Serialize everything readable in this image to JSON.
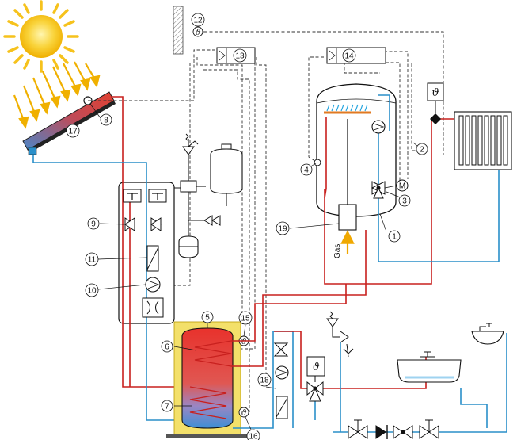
{
  "callouts": [
    "1",
    "2",
    "3",
    "4",
    "5",
    "6",
    "7",
    "8",
    "9",
    "10",
    "11",
    "12",
    "13",
    "14",
    "15",
    "16",
    "17",
    "18",
    "19"
  ],
  "sensor_symbol": "ϑ",
  "motor_symbol": "M",
  "gas_label": "Gas",
  "colors": {
    "hot_line": "#c8201e",
    "cold_line": "#2a8fc9",
    "control_line": "#333333",
    "sun": "#f6c21c",
    "sun_rays": "#f0b000",
    "insulation": "#f3e06a",
    "tank_hot": "#e2403a",
    "tank_cold": "#3c8fd2",
    "burner_flame": "#2aa7e0",
    "gas_arrow": "#f2a900"
  },
  "icons": [
    "sun-icon",
    "solar-collector-icon",
    "temperature-sensor-icon",
    "pump-icon",
    "three-way-valve-icon",
    "valve-icon",
    "check-valve-icon",
    "expansion-vessel-icon",
    "safety-valve-icon",
    "radiator-icon",
    "bathtub-icon",
    "washbasin-icon",
    "motor-icon",
    "controller-icon"
  ]
}
